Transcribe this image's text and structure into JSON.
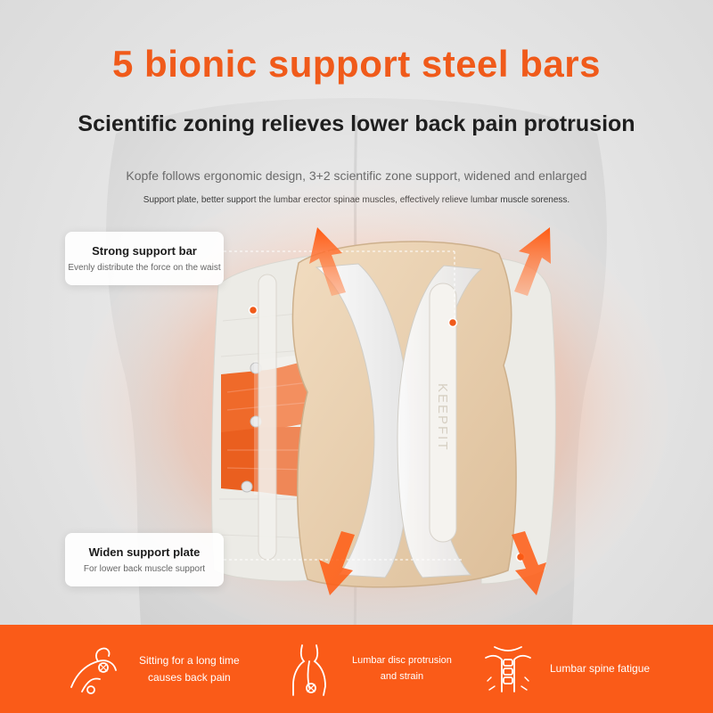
{
  "header": {
    "title": "5 bionic support steel bars",
    "subtitle": "Scientific zoning relieves lower back pain protrusion",
    "desc_line1": "Kopfe follows ergonomic design, 3+2 scientific zone support, widened and enlarged",
    "desc_line2": "Support plate, better support the lumbar erector spinae muscles, effectively relieve lumbar muscle soreness."
  },
  "product": {
    "brand_mark": "KEEPFIT"
  },
  "callouts": [
    {
      "title": "Strong support bar",
      "subtitle": "Evenly distribute the force on the waist"
    },
    {
      "title": "Widen support plate",
      "subtitle": "For lower back muscle support"
    }
  ],
  "features": [
    {
      "line1": "Sitting for a long time",
      "line2": "causes back pain",
      "icon": "sitting-back-pain-icon"
    },
    {
      "line1": "Lumbar disc protrusion",
      "line2": "and strain",
      "icon": "lumbar-disc-icon"
    },
    {
      "line1": "Lumbar spine fatigue",
      "line2": "",
      "icon": "spine-fatigue-icon"
    }
  ],
  "colors": {
    "accent": "#f05a1a",
    "bar": "#fa5b18",
    "belt_beige": "#e8cfae",
    "belt_white": "#ecebe6",
    "strap_orange": "#ef6a2a"
  }
}
